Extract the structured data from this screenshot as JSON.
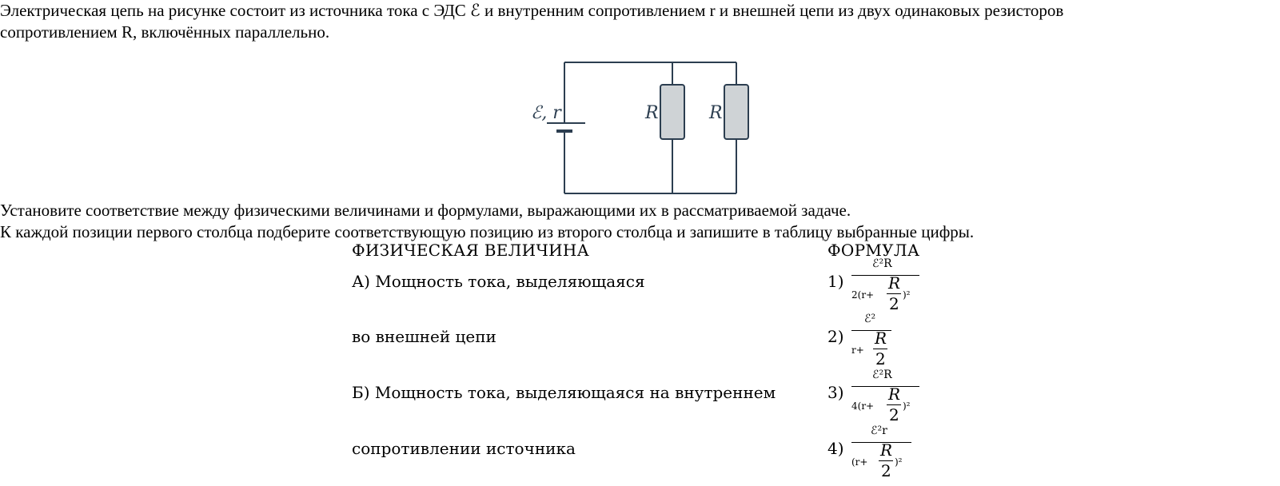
{
  "paragraph1_line1": "Электрическая цепь на рисунке состоит из источника тока с ЭДС ℰ и внутренним сопротивлением r и внешней цепи из двух одинаковых резисторов",
  "paragraph1_line2": "сопротивлением R, включённых параллельно.",
  "circuit": {
    "source_label": "ℰ, r",
    "resistor1_label": "R",
    "resistor2_label": "R",
    "resistor_fill": "#cfd3d6",
    "wire_color": "#2c3e50"
  },
  "paragraph2_line1": "Установите соответствие между физическими величинами и формулами, выражающими их в рассматриваемой задаче.",
  "paragraph2_line2": "К каждой позиции первого столбца подберите соответствующую позицию из второго столбца и запишите в таблицу выбранные цифры.",
  "table": {
    "header_left": "ФИЗИЧЕСКАЯ ВЕЛИЧИНА",
    "header_right": "ФОРМУЛА",
    "left_rows": [
      "А) Мощность тока, выделяющаяся",
      "во внешней цепи",
      "Б) Мощность тока, выделяющаяся на внутреннем",
      "сопротивлении источника"
    ],
    "formulas": [
      {
        "index": "1)",
        "numerator": "ℰ²R",
        "denominator_prefix": "2(r+",
        "denominator_suffix": ")²",
        "frac_num": "R",
        "frac_den": "2"
      },
      {
        "index": "2)",
        "numerator": "ℰ²",
        "denominator_prefix": "r+",
        "denominator_suffix": "",
        "frac_num": "R",
        "frac_den": "2"
      },
      {
        "index": "3)",
        "numerator": "ℰ²R",
        "denominator_prefix": "4(r+",
        "denominator_suffix": ")²",
        "frac_num": "R",
        "frac_den": "2"
      },
      {
        "index": "4)",
        "numerator": "ℰ²r",
        "denominator_prefix": "(r+",
        "denominator_suffix": ")²",
        "frac_num": "R",
        "frac_den": "2"
      }
    ]
  }
}
